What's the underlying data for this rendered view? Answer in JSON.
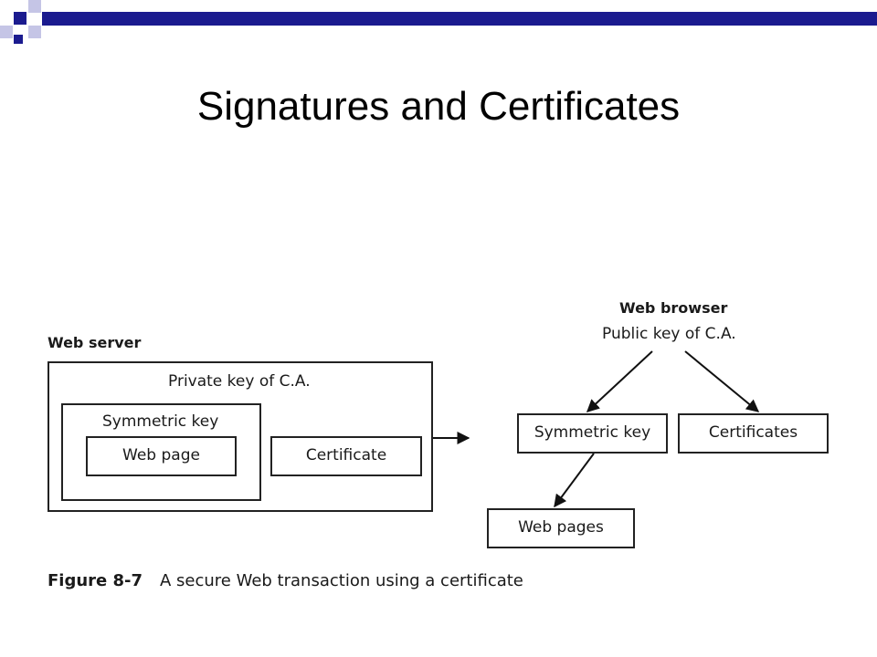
{
  "slide": {
    "title": "Signatures and Certificates"
  },
  "decoration": {
    "accent_color": "#1b1b8f",
    "light_color": "#c5c5e6",
    "bar_color": "#1b1b8f"
  },
  "diagram": {
    "web_server": {
      "heading": "Web server",
      "private_key_label": "Private key of C.A.",
      "symmetric_key_label": "Symmetric key",
      "web_page_label": "Web page",
      "certificate_label": "Certificate"
    },
    "web_browser": {
      "heading": "Web browser",
      "public_key_label": "Public key of C.A.",
      "symmetric_key_label": "Symmetric key",
      "certificates_label": "Certificates",
      "web_pages_label": "Web pages"
    },
    "caption": {
      "number": "Figure 8-7",
      "text": "A secure Web transaction using a certificate"
    }
  }
}
